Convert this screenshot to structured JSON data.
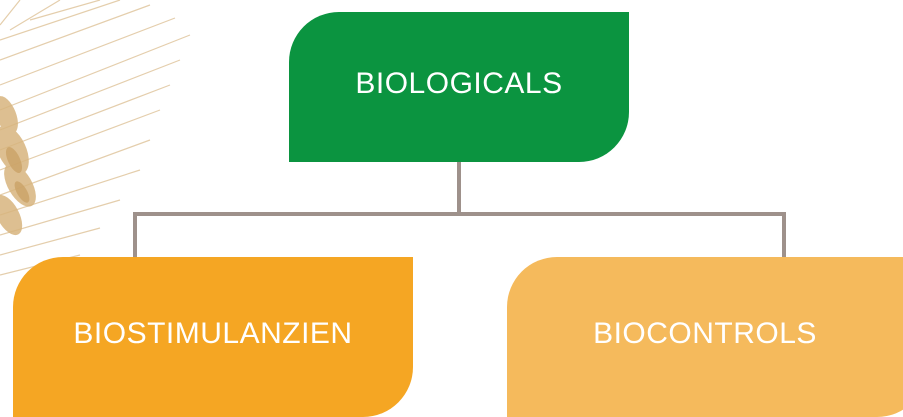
{
  "diagram": {
    "root": {
      "label": "BIOLOGICALS"
    },
    "children": [
      {
        "label": "BIOSTIMULANZIEN"
      },
      {
        "label": "BIOCONTROLS"
      }
    ]
  },
  "colors": {
    "root_fill": "#0b9440",
    "left_fill": "#f5a623",
    "right_fill": "#f5ba5c",
    "connector": "#9e918b",
    "wheat": "#d9b98a"
  },
  "icons": {
    "background": "wheat-ear-illustration"
  }
}
